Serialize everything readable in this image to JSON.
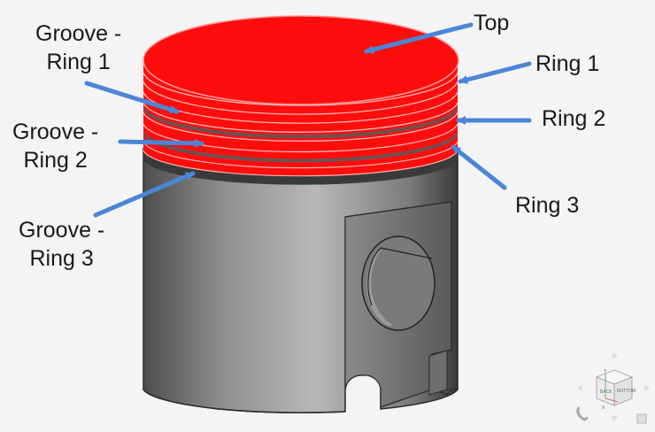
{
  "labels": {
    "top": "Top",
    "ring1": "Ring 1",
    "ring2": "Ring 2",
    "ring3": "Ring 3",
    "groove1": [
      "Groove -",
      "Ring 1"
    ],
    "groove2": [
      "Groove -",
      "Ring 2"
    ],
    "groove3": [
      "Groove -",
      "Ring 3"
    ]
  },
  "viewcube": {
    "face_left": "BACK",
    "face_right": "BOTTOM",
    "axis_y": "Y",
    "axis_x": "X"
  },
  "colors": {
    "ring": "#ff0d0d",
    "arrow": "#4a86d8",
    "body_mid": "#a6a6a6",
    "body_dark": "#3c3c3c",
    "background": "#f4f4f4"
  }
}
